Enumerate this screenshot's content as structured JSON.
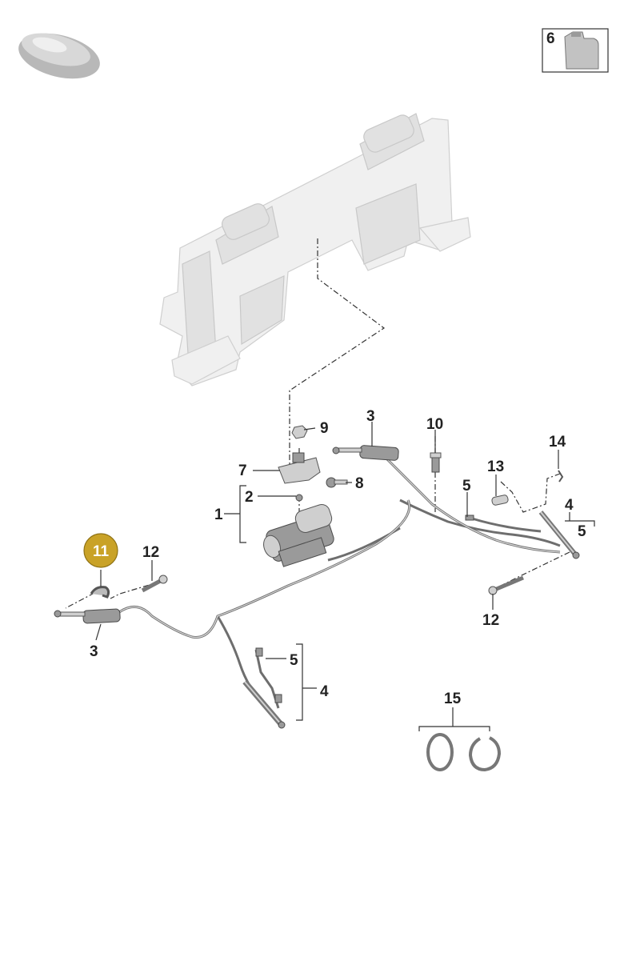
{
  "callouts": {
    "c1": "1",
    "c2": "2",
    "c3a": "3",
    "c3b": "3",
    "c4a": "4",
    "c4b": "4",
    "c5a": "5",
    "c5b": "5",
    "c5c": "5",
    "c6": "6",
    "c7": "7",
    "c8": "8",
    "c9": "9",
    "c10": "10",
    "c11": "11",
    "c12a": "12",
    "c12b": "12",
    "c13": "13",
    "c14": "14",
    "c15": "15"
  },
  "colors": {
    "highlight_badge": "#c9a227",
    "frame": "#f0f0f0",
    "parts": "#9a9a9a"
  },
  "icons": {
    "car": "car-silhouette-icon",
    "oil": "oil-canister-icon"
  }
}
